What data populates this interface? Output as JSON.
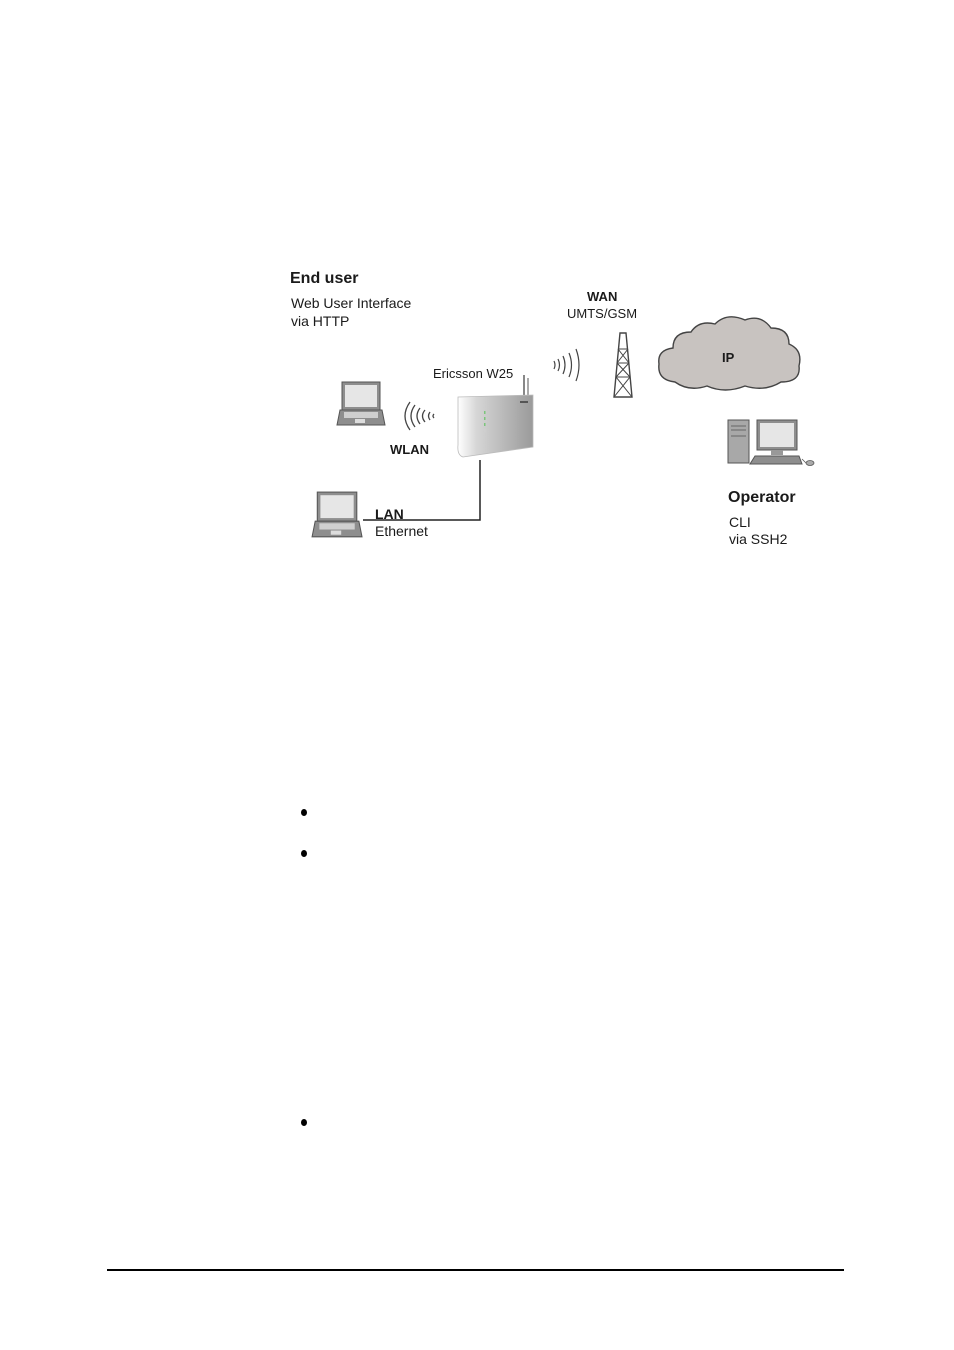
{
  "diagram": {
    "end_user": {
      "title": "End user",
      "line1": "Web User Interface",
      "line2": "via HTTP"
    },
    "router": {
      "label": "Ericsson W25"
    },
    "wan": {
      "title": "WAN",
      "subtitle": "UMTS/GSM"
    },
    "cloud": {
      "label": "IP",
      "color": "#c8c3c0"
    },
    "wlan": {
      "label": "WLAN"
    },
    "lan": {
      "title": "LAN",
      "subtitle": "Ethernet"
    },
    "operator": {
      "title": "Operator",
      "line1": "CLI",
      "line2": "via SSH2"
    },
    "icons": [
      "laptop-icon",
      "laptop-icon",
      "router-icon",
      "radio-tower-icon",
      "cloud-icon",
      "desktop-computer-icon",
      "wireless-signal-icon"
    ]
  },
  "bullets": [
    {
      "text": ""
    },
    {
      "text": ""
    },
    {
      "text": ""
    }
  ]
}
